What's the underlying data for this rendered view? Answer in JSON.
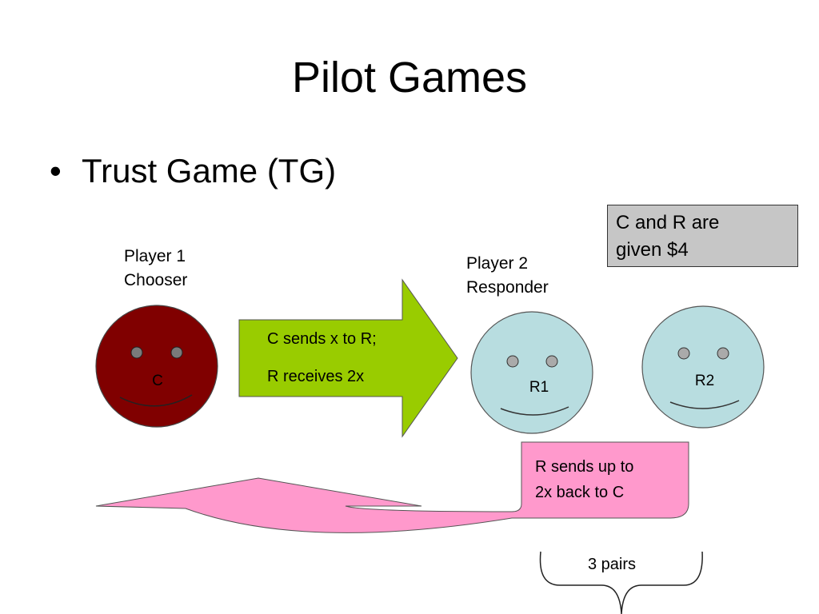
{
  "slide": {
    "title": "Pilot Games",
    "bullet": {
      "marker": "•",
      "text": "Trust Game (TG)"
    }
  },
  "diagram": {
    "player1": {
      "line1": "Player 1",
      "line2": "Chooser",
      "face_letter": "C",
      "face_color": "#800000"
    },
    "player2": {
      "line1": "Player 2",
      "line2": "Responder"
    },
    "responders": [
      {
        "face_letter": "R1",
        "face_color": "#b8dde0"
      },
      {
        "face_letter": "R2",
        "face_color": "#b8dde0"
      }
    ],
    "forward_arrow": {
      "line1": "C sends x to R;",
      "line2": "R receives 2x",
      "color": "#99cc00"
    },
    "return_arrow": {
      "line1": "R sends up to",
      "line2": "2x back to C",
      "color": "#ff99cc"
    },
    "info_box": {
      "line1": "C and R are",
      "line2": "given $4",
      "color": "#c6c6c6"
    },
    "brace_label": "3 pairs"
  }
}
